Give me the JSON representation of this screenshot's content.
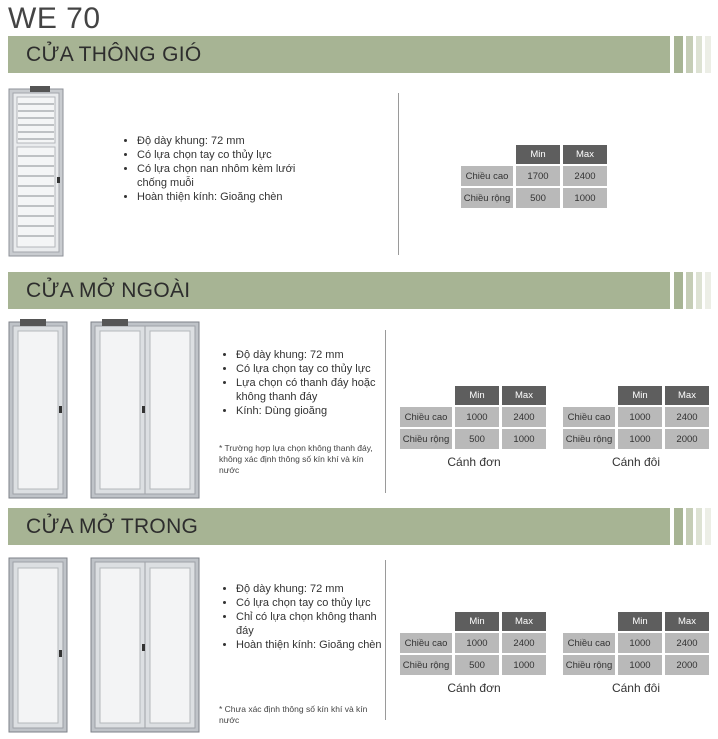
{
  "title": "WE 70",
  "sections": [
    {
      "heading": "CỬA THÔNG GIÓ",
      "features": [
        "Độ dày khung: 72 mm",
        "Có lựa chọn tay co thủy lực",
        "Có lựa chọn nan nhôm kèm lưới chống muỗi",
        "Hoàn thiện kính: Gioăng chèn"
      ],
      "tables": [
        {
          "headers": [
            "Min",
            "Max"
          ],
          "rows": [
            {
              "label": "Chiều cao",
              "min": "1700",
              "max": "2400"
            },
            {
              "label": "Chiều rộng",
              "min": "500",
              "max": "1000"
            }
          ]
        }
      ]
    },
    {
      "heading": "CỬA MỞ NGOÀI",
      "features": [
        "Độ dày khung: 72 mm",
        "Có lựa chọn tay co thủy lực",
        "Lựa chọn có thanh đáy hoặc không thanh đáy",
        "Kính: Dùng gioăng"
      ],
      "note": "* Trường hợp lựa chọn không thanh đáy, không xác định thông số kín khí và kín nước",
      "tables": [
        {
          "caption": "Cánh đơn",
          "headers": [
            "Min",
            "Max"
          ],
          "rows": [
            {
              "label": "Chiều cao",
              "min": "1000",
              "max": "2400"
            },
            {
              "label": "Chiều rộng",
              "min": "500",
              "max": "1000"
            }
          ]
        },
        {
          "caption": "Cánh đôi",
          "headers": [
            "Min",
            "Max"
          ],
          "rows": [
            {
              "label": "Chiều cao",
              "min": "1000",
              "max": "2400"
            },
            {
              "label": "Chiều rộng",
              "min": "1000",
              "max": "2000"
            }
          ]
        }
      ]
    },
    {
      "heading": "CỬA MỞ TRONG",
      "features": [
        "Độ dày khung: 72 mm",
        "Có lựa chọn tay co thủy lực",
        "Chỉ có lựa chọn không thanh đáy",
        "Hoàn thiện kính: Gioăng chèn"
      ],
      "note": "* Chưa xác định thông số kín khí và kín nước",
      "tables": [
        {
          "caption": "Cánh đơn",
          "headers": [
            "Min",
            "Max"
          ],
          "rows": [
            {
              "label": "Chiều cao",
              "min": "1000",
              "max": "2400"
            },
            {
              "label": "Chiều rộng",
              "min": "500",
              "max": "1000"
            }
          ]
        },
        {
          "caption": "Cánh đôi",
          "headers": [
            "Min",
            "Max"
          ],
          "rows": [
            {
              "label": "Chiều cao",
              "min": "1000",
              "max": "2400"
            },
            {
              "label": "Chiều rộng",
              "min": "1000",
              "max": "2000"
            }
          ]
        }
      ]
    }
  ],
  "colors": {
    "banner": "#a7b494",
    "table_header": "#5e5e5e",
    "table_cell": "#b9b9b9"
  }
}
